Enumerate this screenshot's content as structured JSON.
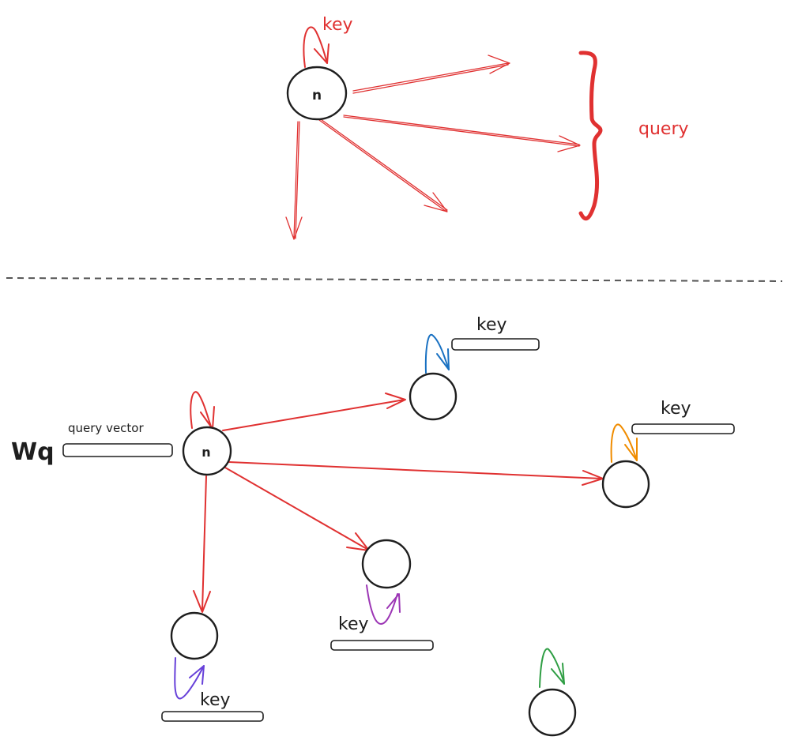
{
  "colors": {
    "query_red": "#e03131",
    "ink": "#1e1e1e",
    "blue": "#1971c2",
    "orange": "#f08c00",
    "purple": "#9c36b5",
    "violet": "#6741d9",
    "green": "#2f9e44",
    "divider": "#555555"
  },
  "top_section": {
    "node_label": "n",
    "self_loop_label": "key",
    "brace_label": "query"
  },
  "bottom_section": {
    "weight_label": "Wq",
    "query_vector_label": "query vector",
    "center_node_label": "n",
    "neighbors": [
      {
        "name": "upper-neighbor",
        "key_label": "key",
        "loop_color": "blue"
      },
      {
        "name": "right-neighbor",
        "key_label": "key",
        "loop_color": "orange"
      },
      {
        "name": "middle-neighbor",
        "key_label": "key",
        "loop_color": "purple"
      },
      {
        "name": "bottom-left-neighbor",
        "key_label": "key",
        "loop_color": "violet"
      },
      {
        "name": "isolated-node",
        "key_label": "",
        "loop_color": "green"
      }
    ]
  }
}
